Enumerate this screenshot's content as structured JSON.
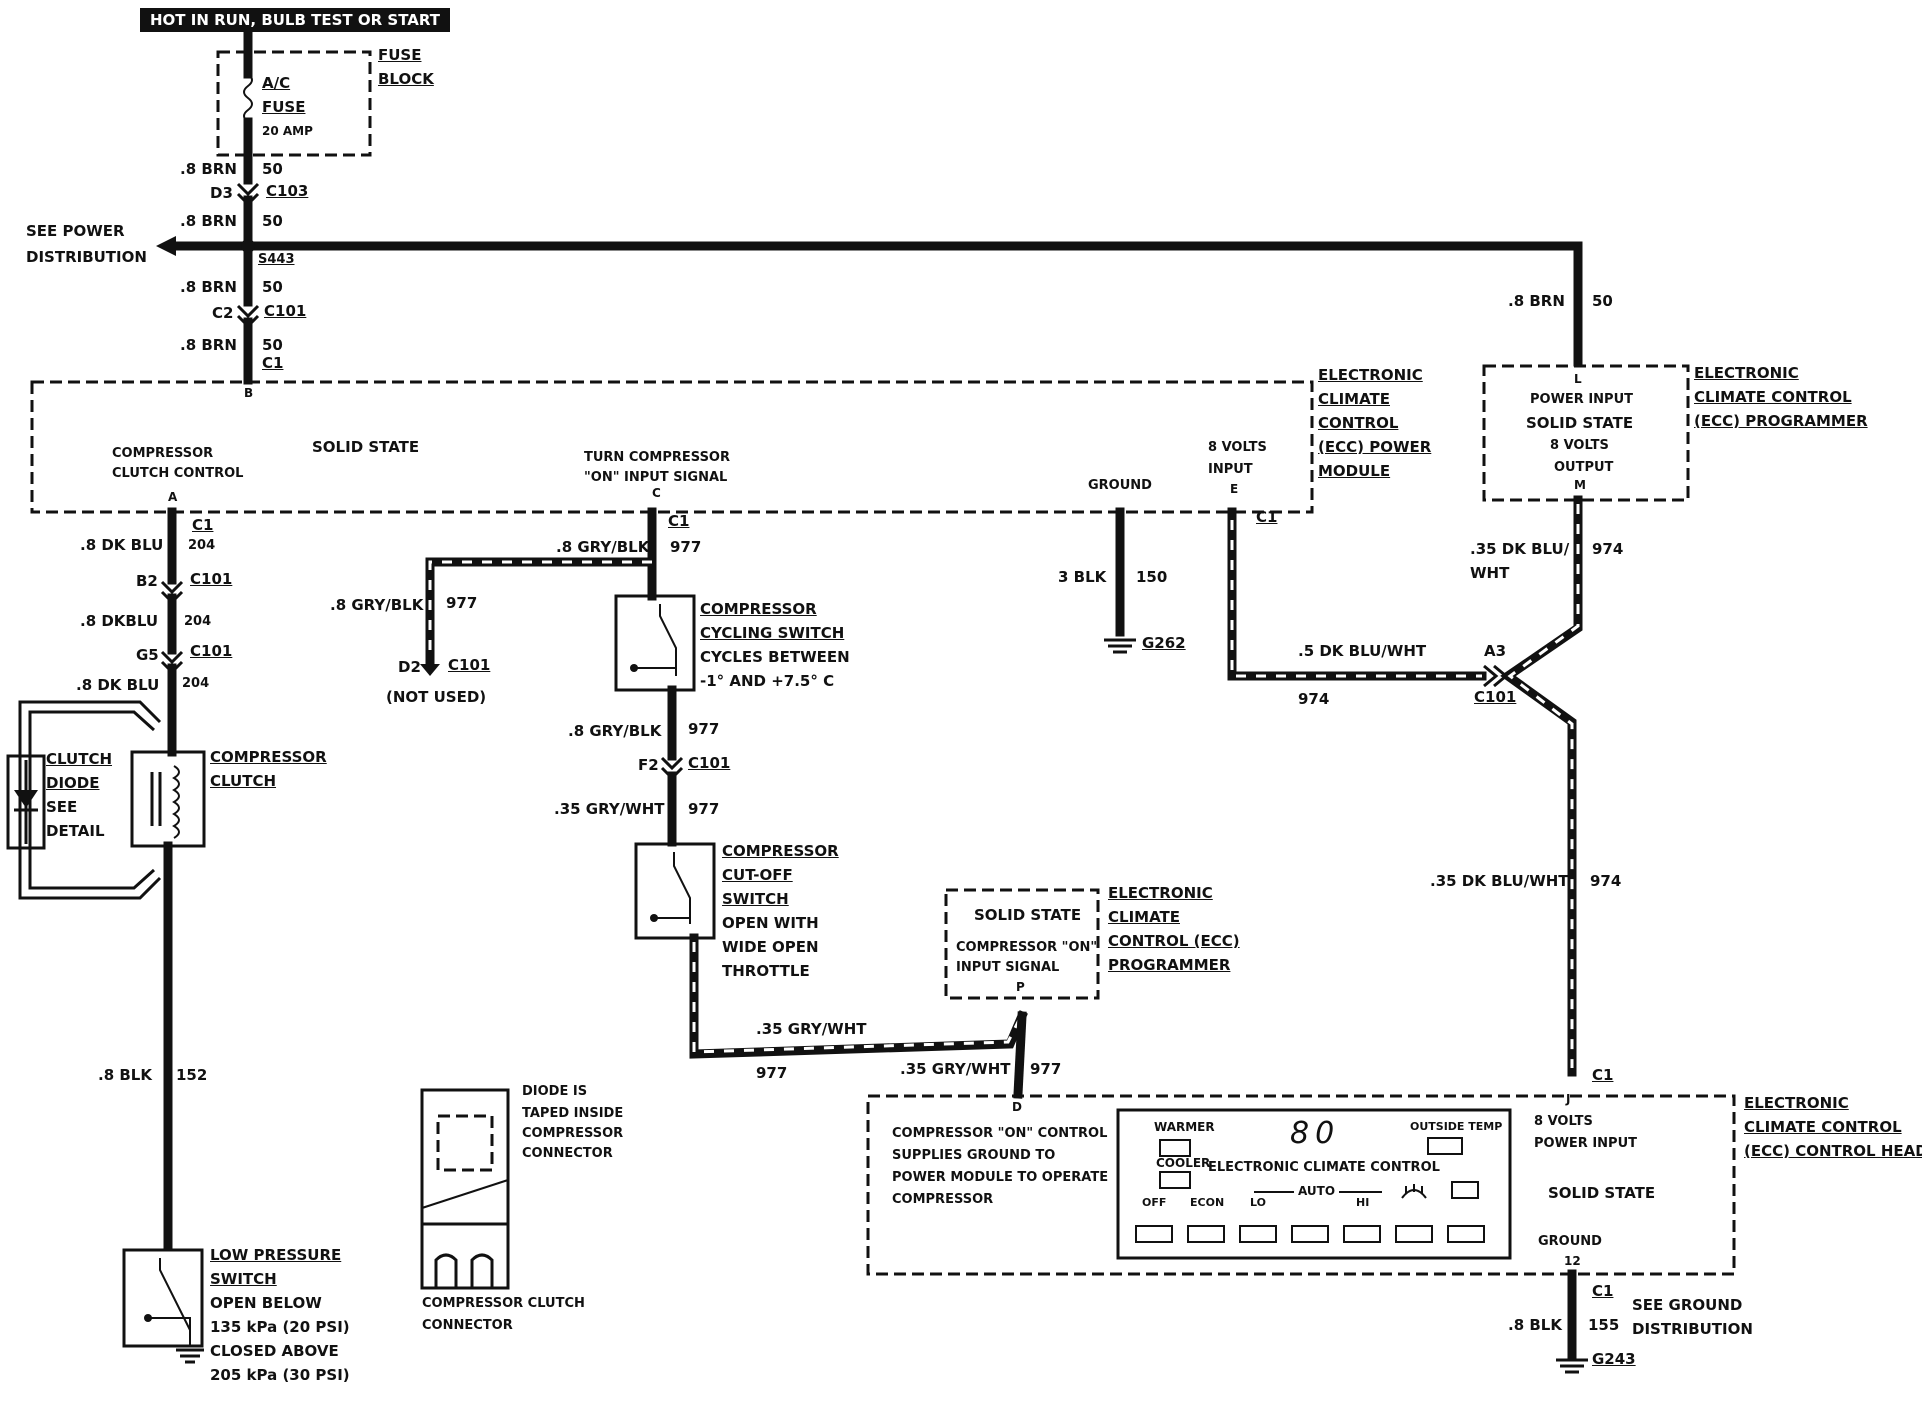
{
  "power_source": {
    "banner": "HOT IN RUN, BULB TEST OR START",
    "fuse_block": [
      "FUSE",
      "BLOCK"
    ],
    "fuse": [
      "A/C",
      "FUSE",
      "20 AMP"
    ]
  },
  "main_feed": {
    "wire1": ".8 BRN",
    "circ1": "50",
    "pin_d3": "D3",
    "conn_c103": "C103",
    "wire2": ".8 BRN",
    "circ2": "50",
    "see_power": [
      "SEE POWER",
      "DISTRIBUTION"
    ],
    "splice": "S443",
    "wire3": ".8 BRN",
    "circ3": "50",
    "pin_c2": "C2",
    "conn_c101": "C101",
    "wire4": ".8 BRN",
    "circ4": "50",
    "conn_c1": "C1",
    "pin_b": "B"
  },
  "power_module": {
    "name": [
      "ELECTRONIC",
      "CLIMATE",
      "CONTROL",
      "(ECC) POWER",
      "MODULE"
    ],
    "solid_state": "SOLID STATE",
    "clutch_control": [
      "COMPRESSOR",
      "CLUTCH CONTROL"
    ],
    "pin_a": "A",
    "turn_on": [
      "TURN COMPRESSOR",
      "\"ON\" INPUT SIGNAL"
    ],
    "pin_c": "C",
    "ground": "GROUND",
    "volts_input": [
      "8 VOLTS",
      "INPUT"
    ],
    "pin_e": "E"
  },
  "clutch_circuit": {
    "conn_c1": "C1",
    "wire1": ".8 DK BLU",
    "circ1": "204",
    "pin_b2": "B2",
    "conn_c101a": "C101",
    "wire2": ".8 DKBLU",
    "circ2": "204",
    "pin_g5": "G5",
    "conn_c101b": "C101",
    "wire3": ".8 DK BLU",
    "circ3": "204",
    "clutch_diode": [
      "CLUTCH",
      "DIODE",
      "SEE",
      "DETAIL"
    ],
    "compressor_clutch": [
      "COMPRESSOR",
      "CLUTCH"
    ],
    "wire4": ".8 BLK",
    "circ4": "152",
    "low_pressure": [
      "LOW PRESSURE",
      "SWITCH",
      "OPEN BELOW",
      "135 kPa (20 PSI)",
      "CLOSED ABOVE",
      "205 kPa (30 PSI)"
    ]
  },
  "detail": {
    "diode_note": [
      "DIODE IS",
      "TAPED INSIDE",
      "COMPRESSOR",
      "CONNECTOR"
    ],
    "connector": [
      "COMPRESSOR CLUTCH",
      "CONNECTOR"
    ]
  },
  "signal_circuit": {
    "conn_c1": "C1",
    "wire1": ".8 GRY/BLK",
    "circ1": "977",
    "wire_unused": ".8 GRY/BLK",
    "circ_unused": "977",
    "pin_d2": "D2",
    "conn_c101_unused": "C101",
    "not_used": "(NOT USED)",
    "cycling_switch": [
      "COMPRESSOR",
      "CYCLING SWITCH",
      "CYCLES BETWEEN",
      "-1°  AND +7.5° C"
    ],
    "wire2": ".8 GRY/BLK",
    "circ2": "977",
    "pin_f2": "F2",
    "conn_c101": "C101",
    "wire3": ".35 GRY/WHT",
    "circ3": "977",
    "cutoff_switch": [
      "COMPRESSOR",
      "CUT-OFF",
      "SWITCH",
      "OPEN WITH",
      "WIDE OPEN",
      "THROTTLE"
    ],
    "wire4": ".35 GRY/WHT",
    "circ4": "977",
    "wire5": ".35 GRY/WHT",
    "circ5": "977"
  },
  "programmer_signal": {
    "solid_state": "SOLID STATE",
    "input": [
      "COMPRESSOR \"ON\"",
      "INPUT SIGNAL"
    ],
    "pin_p": "P",
    "name": [
      "ELECTRONIC",
      "CLIMATE",
      "CONTROL (ECC)",
      "PROGRAMMER"
    ]
  },
  "ground_module": {
    "wire": "3 BLK",
    "circ": "150",
    "ground": "G262"
  },
  "programmer_top": {
    "wire_feed": ".8 BRN",
    "circ_feed": "50",
    "pin_l": "L",
    "power_input": "POWER INPUT",
    "solid_state": "SOLID STATE",
    "volts_output": [
      "8 VOLTS",
      "OUTPUT"
    ],
    "pin_m": "M",
    "name": [
      "ELECTRONIC",
      "CLIMATE CONTROL",
      "(ECC) PROGRAMMER"
    ],
    "wire_out": [
      ".35 DK BLU/",
      "WHT"
    ],
    "circ_out": "974"
  },
  "volts_circuit": {
    "conn_c1": "C1",
    "wire1": ".5 DK BLU/WHT",
    "circ1": "974",
    "pin_a3": "A3",
    "conn_c101": "C101",
    "wire2": ".35 DK BLU/WHT",
    "circ2": "974"
  },
  "control_head": {
    "conn_c1": "C1",
    "pin_j": "J",
    "pin_d": "D",
    "note": [
      "COMPRESSOR \"ON\" CONTROL",
      "SUPPLIES GROUND TO",
      "POWER MODULE TO OPERATE",
      "COMPRESSOR"
    ],
    "panel": {
      "warmer": "WARMER",
      "cooler": "COOLER",
      "display": "80",
      "outside_temp": "OUTSIDE TEMP",
      "title": "ELECTRONIC CLIMATE CONTROL",
      "auto": "AUTO",
      "buttons": [
        "OFF",
        "ECON",
        "LO",
        "",
        "HI",
        "",
        ""
      ]
    },
    "volts_power": [
      "8 VOLTS",
      "POWER INPUT"
    ],
    "solid_state": "SOLID STATE",
    "ground": "GROUND",
    "pin_12": "12",
    "name": [
      "ELECTRONIC",
      "CLIMATE CONTROL",
      "(ECC) CONTROL HEAD"
    ],
    "ground_conn": "C1",
    "ground_wire": ".8 BLK",
    "ground_circ": "155",
    "see_ground": [
      "SEE GROUND",
      "DISTRIBUTION"
    ],
    "ground_id": "G243"
  }
}
